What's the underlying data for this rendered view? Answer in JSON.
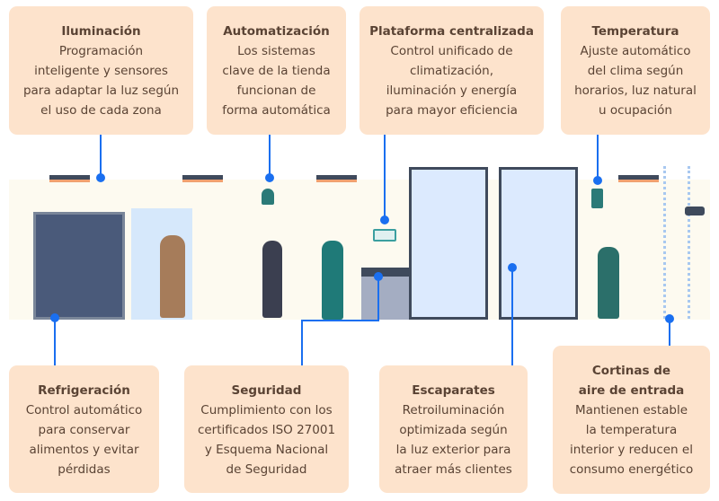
{
  "top_cards": [
    {
      "title": "Iluminación",
      "lines": [
        "Programación",
        "inteligente y sensores",
        "para adaptar la luz según",
        "el uso de cada zona"
      ]
    },
    {
      "title": "Automatización",
      "lines": [
        "Los sistemas",
        "clave de la tienda",
        "funcionan de",
        "forma automática"
      ]
    },
    {
      "title": "Plataforma centralizada",
      "lines": [
        "Control unificado de",
        "climatización,",
        "iluminación y energía",
        "para mayor eficiencia"
      ]
    },
    {
      "title": "Temperatura",
      "lines": [
        "Ajuste automático",
        "del clima según",
        "horarios, luz natural",
        "u ocupación"
      ]
    }
  ],
  "bottom_cards": [
    {
      "title": "Refrigeración",
      "lines": [
        "Control automático",
        "para conservar",
        "alimentos y evitar",
        "pérdidas"
      ]
    },
    {
      "title": "Seguridad",
      "lines": [
        "Cumplimiento con los",
        "certificados ISO 27001",
        "y Esquema Nacional",
        "de Seguridad"
      ]
    },
    {
      "title": "Escaparates",
      "lines": [
        "Retroiluminación",
        "optimizada según",
        "la luz exterior para",
        "atraer más clientes"
      ]
    },
    {
      "title": "Cortinas de aire de entrada",
      "lines": [
        "Mantienen estable",
        "la temperatura",
        "interior y reducen el",
        "consumo energético"
      ]
    }
  ],
  "colors": {
    "card": "#fde3cc",
    "text": "#5a4334",
    "connector": "#1a6ff0"
  }
}
